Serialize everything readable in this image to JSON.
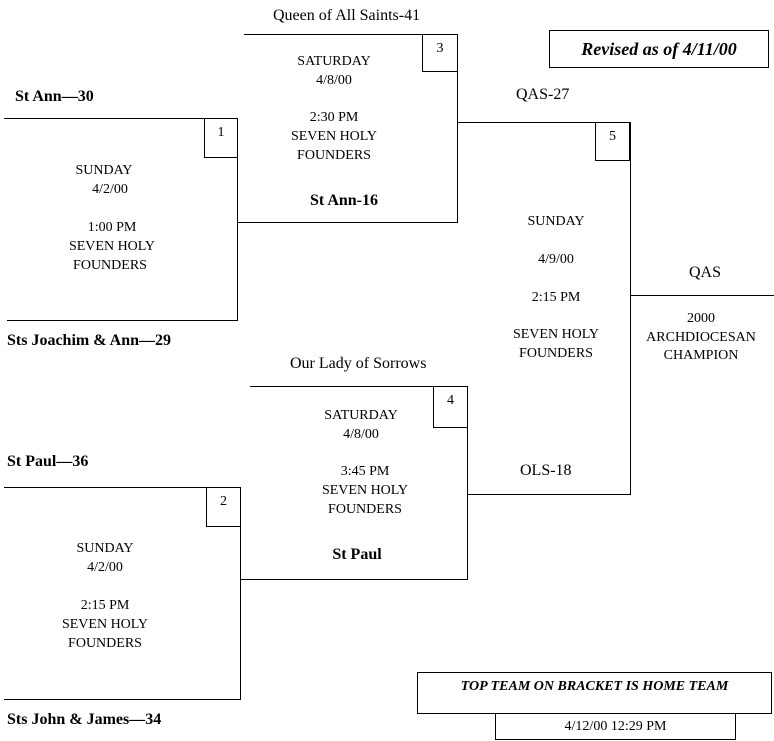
{
  "revised": "Revised as of 4/11/00",
  "games": [
    {
      "number": "1",
      "day": "SUNDAY",
      "date": "4/2/00",
      "time": "1:00 PM",
      "venue_line1": "SEVEN HOLY",
      "venue_line2": "FOUNDERS",
      "top_team": "St Ann—30",
      "bottom_team": "Sts Joachim & Ann—29"
    },
    {
      "number": "2",
      "day": "SUNDAY",
      "date": "4/2/00",
      "time": "2:15 PM",
      "venue_line1": "SEVEN HOLY",
      "venue_line2": "FOUNDERS",
      "top_team": "St Paul—36",
      "bottom_team": "Sts John & James—34"
    },
    {
      "number": "3",
      "day": "SATURDAY",
      "date": "4/8/00",
      "time": "2:30 PM",
      "venue_line1": "SEVEN HOLY",
      "venue_line2": "FOUNDERS",
      "top_team": "Queen of All Saints-41",
      "bottom_team": "St Ann-16"
    },
    {
      "number": "4",
      "day": "SATURDAY",
      "date": "4/8/00",
      "time": "3:45 PM",
      "venue_line1": "SEVEN HOLY",
      "venue_line2": "FOUNDERS",
      "top_team": "Our Lady of Sorrows",
      "bottom_team": "St Paul"
    },
    {
      "number": "5",
      "day": "SUNDAY",
      "date": "4/9/00",
      "time": "2:15 PM",
      "venue_line1": "SEVEN HOLY",
      "venue_line2": "FOUNDERS",
      "top_team": "QAS-27",
      "bottom_team": "OLS-18"
    }
  ],
  "champion": {
    "team": "QAS",
    "line1": "2000",
    "line2": "ARCHDIOCESAN",
    "line3": "CHAMPION"
  },
  "footer": {
    "note": "TOP TEAM ON BRACKET IS HOME TEAM",
    "timestamp": "4/12/00 12:29 PM"
  }
}
